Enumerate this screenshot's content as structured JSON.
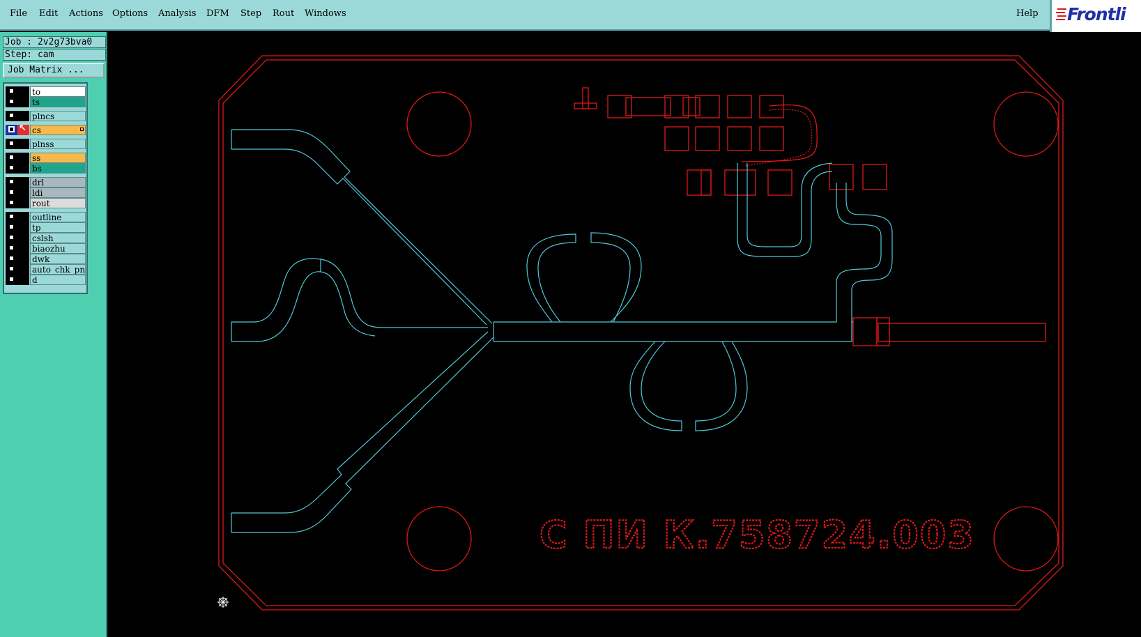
{
  "menu": {
    "items": [
      "File",
      "Edit",
      "Actions",
      "Options",
      "Analysis",
      "DFM",
      "Step",
      "Rout",
      "Windows"
    ],
    "help": "Help"
  },
  "brand": {
    "logo_text": "Frontli"
  },
  "job": {
    "job_line": "Job : 2v2g73bva0",
    "step_line": "Step: cam",
    "job_matrix_button": "Job Matrix ..."
  },
  "layers": [
    {
      "name": "to",
      "color": "#ffffff",
      "active": false
    },
    {
      "name": "ts",
      "color": "#1fa58a",
      "active": false
    },
    {
      "name": "plncs",
      "color": "#9bd9d9",
      "active": false
    },
    {
      "name": "cs",
      "color": "#f6b94c",
      "active": true
    },
    {
      "name": "plnss",
      "color": "#9bd9d9",
      "active": false
    },
    {
      "name": "ss",
      "color": "#f6b94c",
      "active": false
    },
    {
      "name": "bs",
      "color": "#1fa58a",
      "active": false
    },
    {
      "name": "drl",
      "color": "#a9b8bf",
      "active": false
    },
    {
      "name": "ldi",
      "color": "#a9b8bf",
      "active": false
    },
    {
      "name": "rout",
      "color": "#dcdcdc",
      "active": false
    },
    {
      "name": "outline",
      "color": "#9bd9d9",
      "active": false
    },
    {
      "name": "tp",
      "color": "#9bd9d9",
      "active": false
    },
    {
      "name": "cslsh",
      "color": "#9bd9d9",
      "active": false
    },
    {
      "name": "biaozhu",
      "color": "#9bd9d9",
      "active": false
    },
    {
      "name": "dwk",
      "color": "#9bd9d9",
      "active": false
    },
    {
      "name": "auto_chk_pn",
      "color": "#9bd9d9",
      "active": false
    },
    {
      "name": "d",
      "color": "#9bd9d9",
      "active": false
    }
  ],
  "board": {
    "marking_text": "С ПИ К.758724.003",
    "colors": {
      "outline": "#e01818",
      "copper": "#4fc8d8",
      "background": "#000000"
    }
  }
}
